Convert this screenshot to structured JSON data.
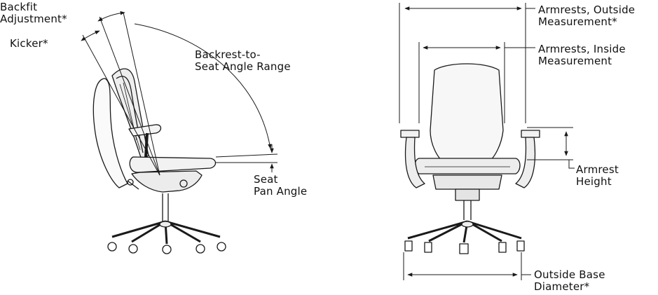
{
  "side_view": {
    "backfit": [
      "Backfit",
      "Adjustment*"
    ],
    "kicker": "Kicker*",
    "backrest_angle": [
      "Backrest-to-",
      "Seat Angle Range"
    ],
    "seat_pan": [
      "Seat",
      "Pan Angle"
    ]
  },
  "front_view": {
    "arm_outside": [
      "Armrests, Outside",
      "Measurement*"
    ],
    "arm_inside": [
      "Armrests, Inside",
      "Measurement"
    ],
    "arm_height": [
      "Armrest",
      "Height"
    ],
    "base": [
      "Outside Base",
      "Diameter*"
    ]
  },
  "colors": {
    "line": "#1a1a1a",
    "fill": "#ffffff"
  }
}
